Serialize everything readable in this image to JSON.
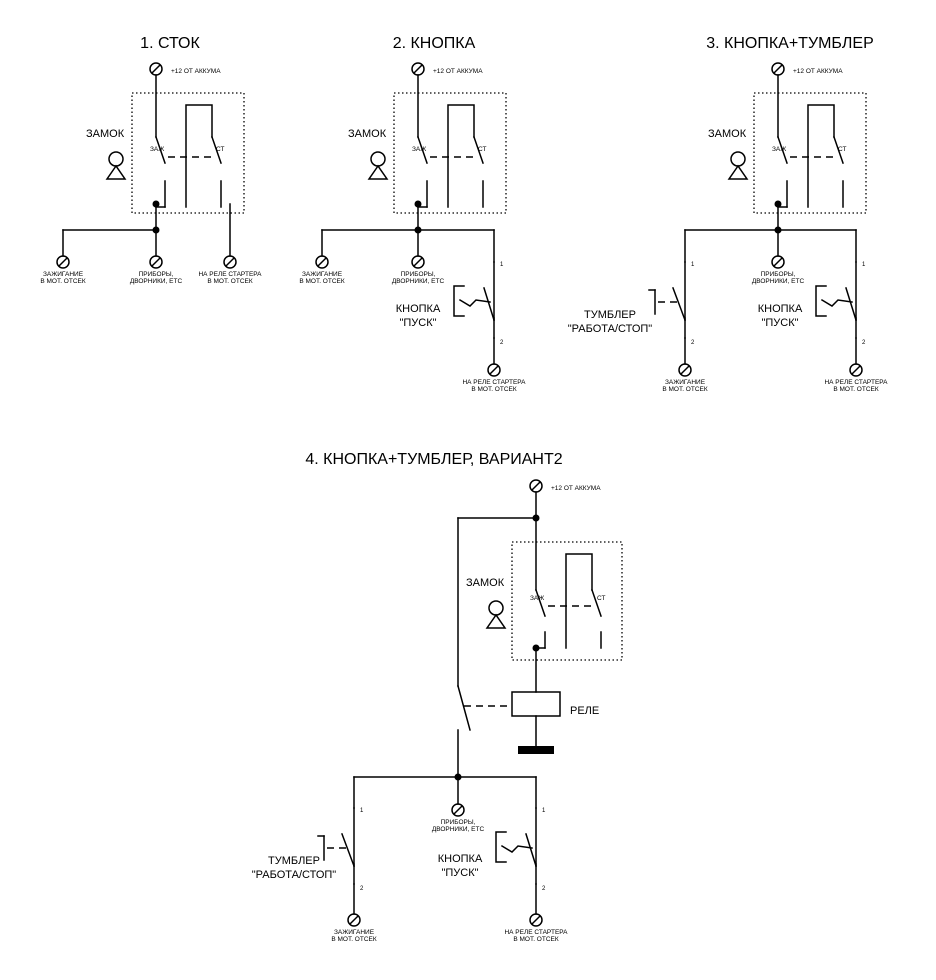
{
  "colors": {
    "line": "#000000",
    "background": "#ffffff"
  },
  "diagrams": [
    {
      "title": "1. СТОК",
      "supply": "+12 ОТ АККУМА",
      "lock": "ЗАМОК",
      "contact_ign": "ЗАЖ",
      "contact_start": "СТ",
      "outputs": [
        {
          "line1": "ЗАЖИГАНИЕ",
          "line2": "В МОТ. ОТСЕК"
        },
        {
          "line1": "ПРИБОРЫ,",
          "line2": "ДВОРНИКИ, ЕТС"
        },
        {
          "line1": "НА РЕЛЕ СТАРТЕРА",
          "line2": "В МОТ. ОТСЕК"
        }
      ]
    },
    {
      "title": "2. КНОПКА",
      "supply": "+12 ОТ АККУМА",
      "lock": "ЗАМОК",
      "contact_ign": "ЗАЖ",
      "contact_start": "СТ",
      "outputs": [
        {
          "line1": "ЗАЖИГАНИЕ",
          "line2": "В МОТ. ОТСЕК"
        },
        {
          "line1": "ПРИБОРЫ,",
          "line2": "ДВОРНИКИ, ЕТС"
        },
        {
          "line1": "НА РЕЛЕ СТАРТЕРА",
          "line2": "В МОТ. ОТСЕК"
        }
      ],
      "button": {
        "line1": "КНОПКА",
        "line2": "\"ПУСК\"",
        "pin1": "1",
        "pin2": "2"
      }
    },
    {
      "title": "3. КНОПКА+ТУМБЛЕР",
      "supply": "+12 ОТ АККУМА",
      "lock": "ЗАМОК",
      "contact_ign": "ЗАЖ",
      "contact_start": "СТ",
      "outputs": [
        {
          "line1": "ЗАЖИГАНИЕ",
          "line2": "В МОТ. ОТСЕК"
        },
        {
          "line1": "ПРИБОРЫ,",
          "line2": "ДВОРНИКИ, ЕТС"
        },
        {
          "line1": "НА РЕЛЕ СТАРТЕРА",
          "line2": "В МОТ. ОТСЕК"
        }
      ],
      "toggle": {
        "line1": "ТУМБЛЕР",
        "line2": "\"РАБОТА/СТОП\"",
        "pin1": "1",
        "pin2": "2"
      },
      "button": {
        "line1": "КНОПКА",
        "line2": "\"ПУСК\"",
        "pin1": "1",
        "pin2": "2"
      }
    },
    {
      "title": "4. КНОПКА+ТУМБЛЕР, ВАРИАНТ2",
      "supply": "+12 ОТ АККУМА",
      "lock": "ЗАМОК",
      "contact_ign": "ЗАЖ",
      "contact_start": "СТ",
      "relay": "РЕЛЕ",
      "outputs": [
        {
          "line1": "ЗАЖИГАНИЕ",
          "line2": "В МОТ. ОТСЕК"
        },
        {
          "line1": "ПРИБОРЫ,",
          "line2": "ДВОРНИКИ, ЕТС"
        },
        {
          "line1": "НА РЕЛЕ СТАРТЕРА",
          "line2": "В МОТ. ОТСЕК"
        }
      ],
      "toggle": {
        "line1": "ТУМБЛЕР",
        "line2": "\"РАБОТА/СТОП\"",
        "pin1": "1",
        "pin2": "2"
      },
      "button": {
        "line1": "КНОПКА",
        "line2": "\"ПУСК\"",
        "pin1": "1",
        "pin2": "2"
      }
    }
  ]
}
